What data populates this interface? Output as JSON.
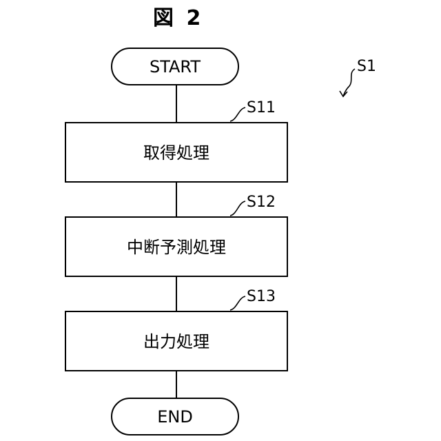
{
  "figure": {
    "title": "図 2"
  },
  "flowchart": {
    "id": "S1",
    "start": {
      "label": "START"
    },
    "steps": [
      {
        "id": "S11",
        "label": "取得処理"
      },
      {
        "id": "S12",
        "label": "中断予測処理"
      },
      {
        "id": "S13",
        "label": "出力処理"
      }
    ],
    "end": {
      "label": "END"
    }
  }
}
